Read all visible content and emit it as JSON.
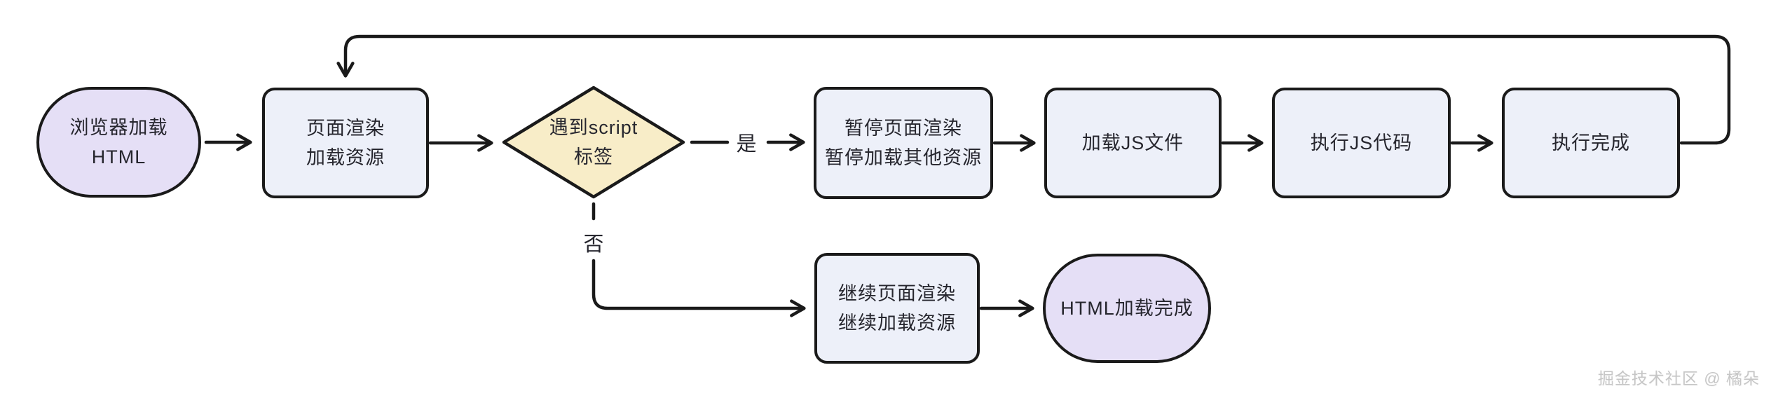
{
  "diagram": {
    "nodes": {
      "start": {
        "line1": "浏览器加载",
        "line2": "HTML"
      },
      "render": {
        "line1": "页面渲染",
        "line2": "加载资源"
      },
      "decision": {
        "line1": "遇到script",
        "line2": "标签"
      },
      "pause": {
        "line1": "暂停页面渲染",
        "line2": "暂停加载其他资源"
      },
      "load_js": {
        "label": "加载JS文件"
      },
      "exec_js": {
        "label": "执行JS代码"
      },
      "exec_done": {
        "label": "执行完成"
      },
      "continue": {
        "line1": "继续页面渲染",
        "line2": "继续加载资源"
      },
      "html_done": {
        "label": "HTML加载完成"
      }
    },
    "edge_labels": {
      "yes": "是",
      "no": "否"
    },
    "colors": {
      "terminal_fill": "#e5dff6",
      "process_fill": "#edf0f9",
      "decision_fill": "#f8edc8",
      "stroke": "#1a1a1a",
      "text": "#26262e",
      "watermark_text": "#c6c6c6"
    },
    "watermark": "掘金技术社区 @ 橘朵"
  }
}
